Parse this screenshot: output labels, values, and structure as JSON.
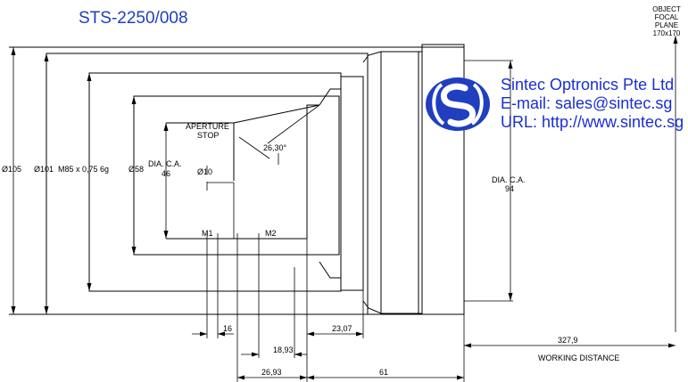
{
  "title": "STS-2250/008",
  "company": {
    "name": "Sintec Optronics Pte Ltd",
    "email": "E-mail: sales@sintec.sg",
    "url": "URL: http://www.sintec.sg"
  },
  "object_plane": {
    "line1": "OBJECT",
    "line2": "FOCAL",
    "line3": "PLANE",
    "line4": "170x170"
  },
  "labels": {
    "d105": "Ø105",
    "d101": "Ø101",
    "thread": "M85 x 0,75 6g",
    "d58": "Ø58",
    "dia_ca": "DIA. C.A.",
    "ca46": "46",
    "aperture1": "APERTURE",
    "aperture2": "STOP",
    "angle": "26,30°",
    "d10": "Ø10",
    "m1": "M1",
    "m2": "M2",
    "dia_ca_right": "DIA. C.A.",
    "ca94": "94",
    "dim16": "16",
    "dim2307": "23,07",
    "dim1893": "18,93",
    "dim2693": "26,93",
    "dim61": "61",
    "dim3279": "327,9",
    "working": "WORKING DISTANCE"
  },
  "colors": {
    "title": "#1f3fbf",
    "company_text": "#1a2fd0",
    "logo": "#1f3fbf"
  }
}
